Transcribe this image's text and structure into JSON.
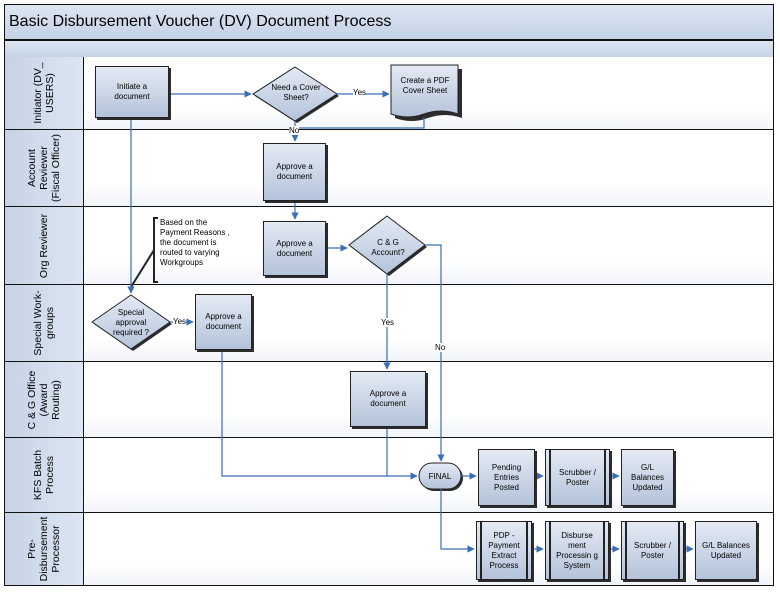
{
  "title": "Basic Disbursement Voucher (DV) Document Process",
  "lanes": [
    {
      "label": "Initiator (DV_\nUSERS)"
    },
    {
      "label": "Account\nReviewer\n(Fiscal Officer)"
    },
    {
      "label": "Org Reviewer"
    },
    {
      "label": "Special Work-\ngroups"
    },
    {
      "label": "C & G Office\n(Award\nRouting)"
    },
    {
      "label": "KFS Batch\nProcess"
    },
    {
      "label": "Pre-\nDisbursement\nProcessor"
    }
  ],
  "nodes": {
    "initiate": "Initiate a document",
    "need_cover": "Need a  Cover Sheet?",
    "create_pdf": "Create a PDF Cover Sheet",
    "approve_account": "Approve a document",
    "approve_org": "Approve a document",
    "cg_account": "C & G Account?",
    "special_approval": "Special approval required ?",
    "approve_special": "Approve a document",
    "approve_cg": "Approve a document",
    "final": "FINAL",
    "pending_entries": "Pending Entries Posted",
    "scrubber_poster_1": "Scrubber / Poster",
    "gl_balances_1": "G/L Balances Updated",
    "pdp_extract": "PDP - Payment Extract Process",
    "disbursement_system": "Disburse ment Processin g System",
    "scrubber_poster_2": "Scrubber / Poster",
    "gl_balances_2": "G/L Balances Updated"
  },
  "annotation": "Based on the\nPayment Reasons ,\nthe document is\nrouted to varying\nWorkgroups",
  "edge_labels": {
    "yes_cover": "Yes",
    "no_cover": "No",
    "yes_special": "Yes",
    "yes_cg": "Yes",
    "no_cg": "No"
  }
}
